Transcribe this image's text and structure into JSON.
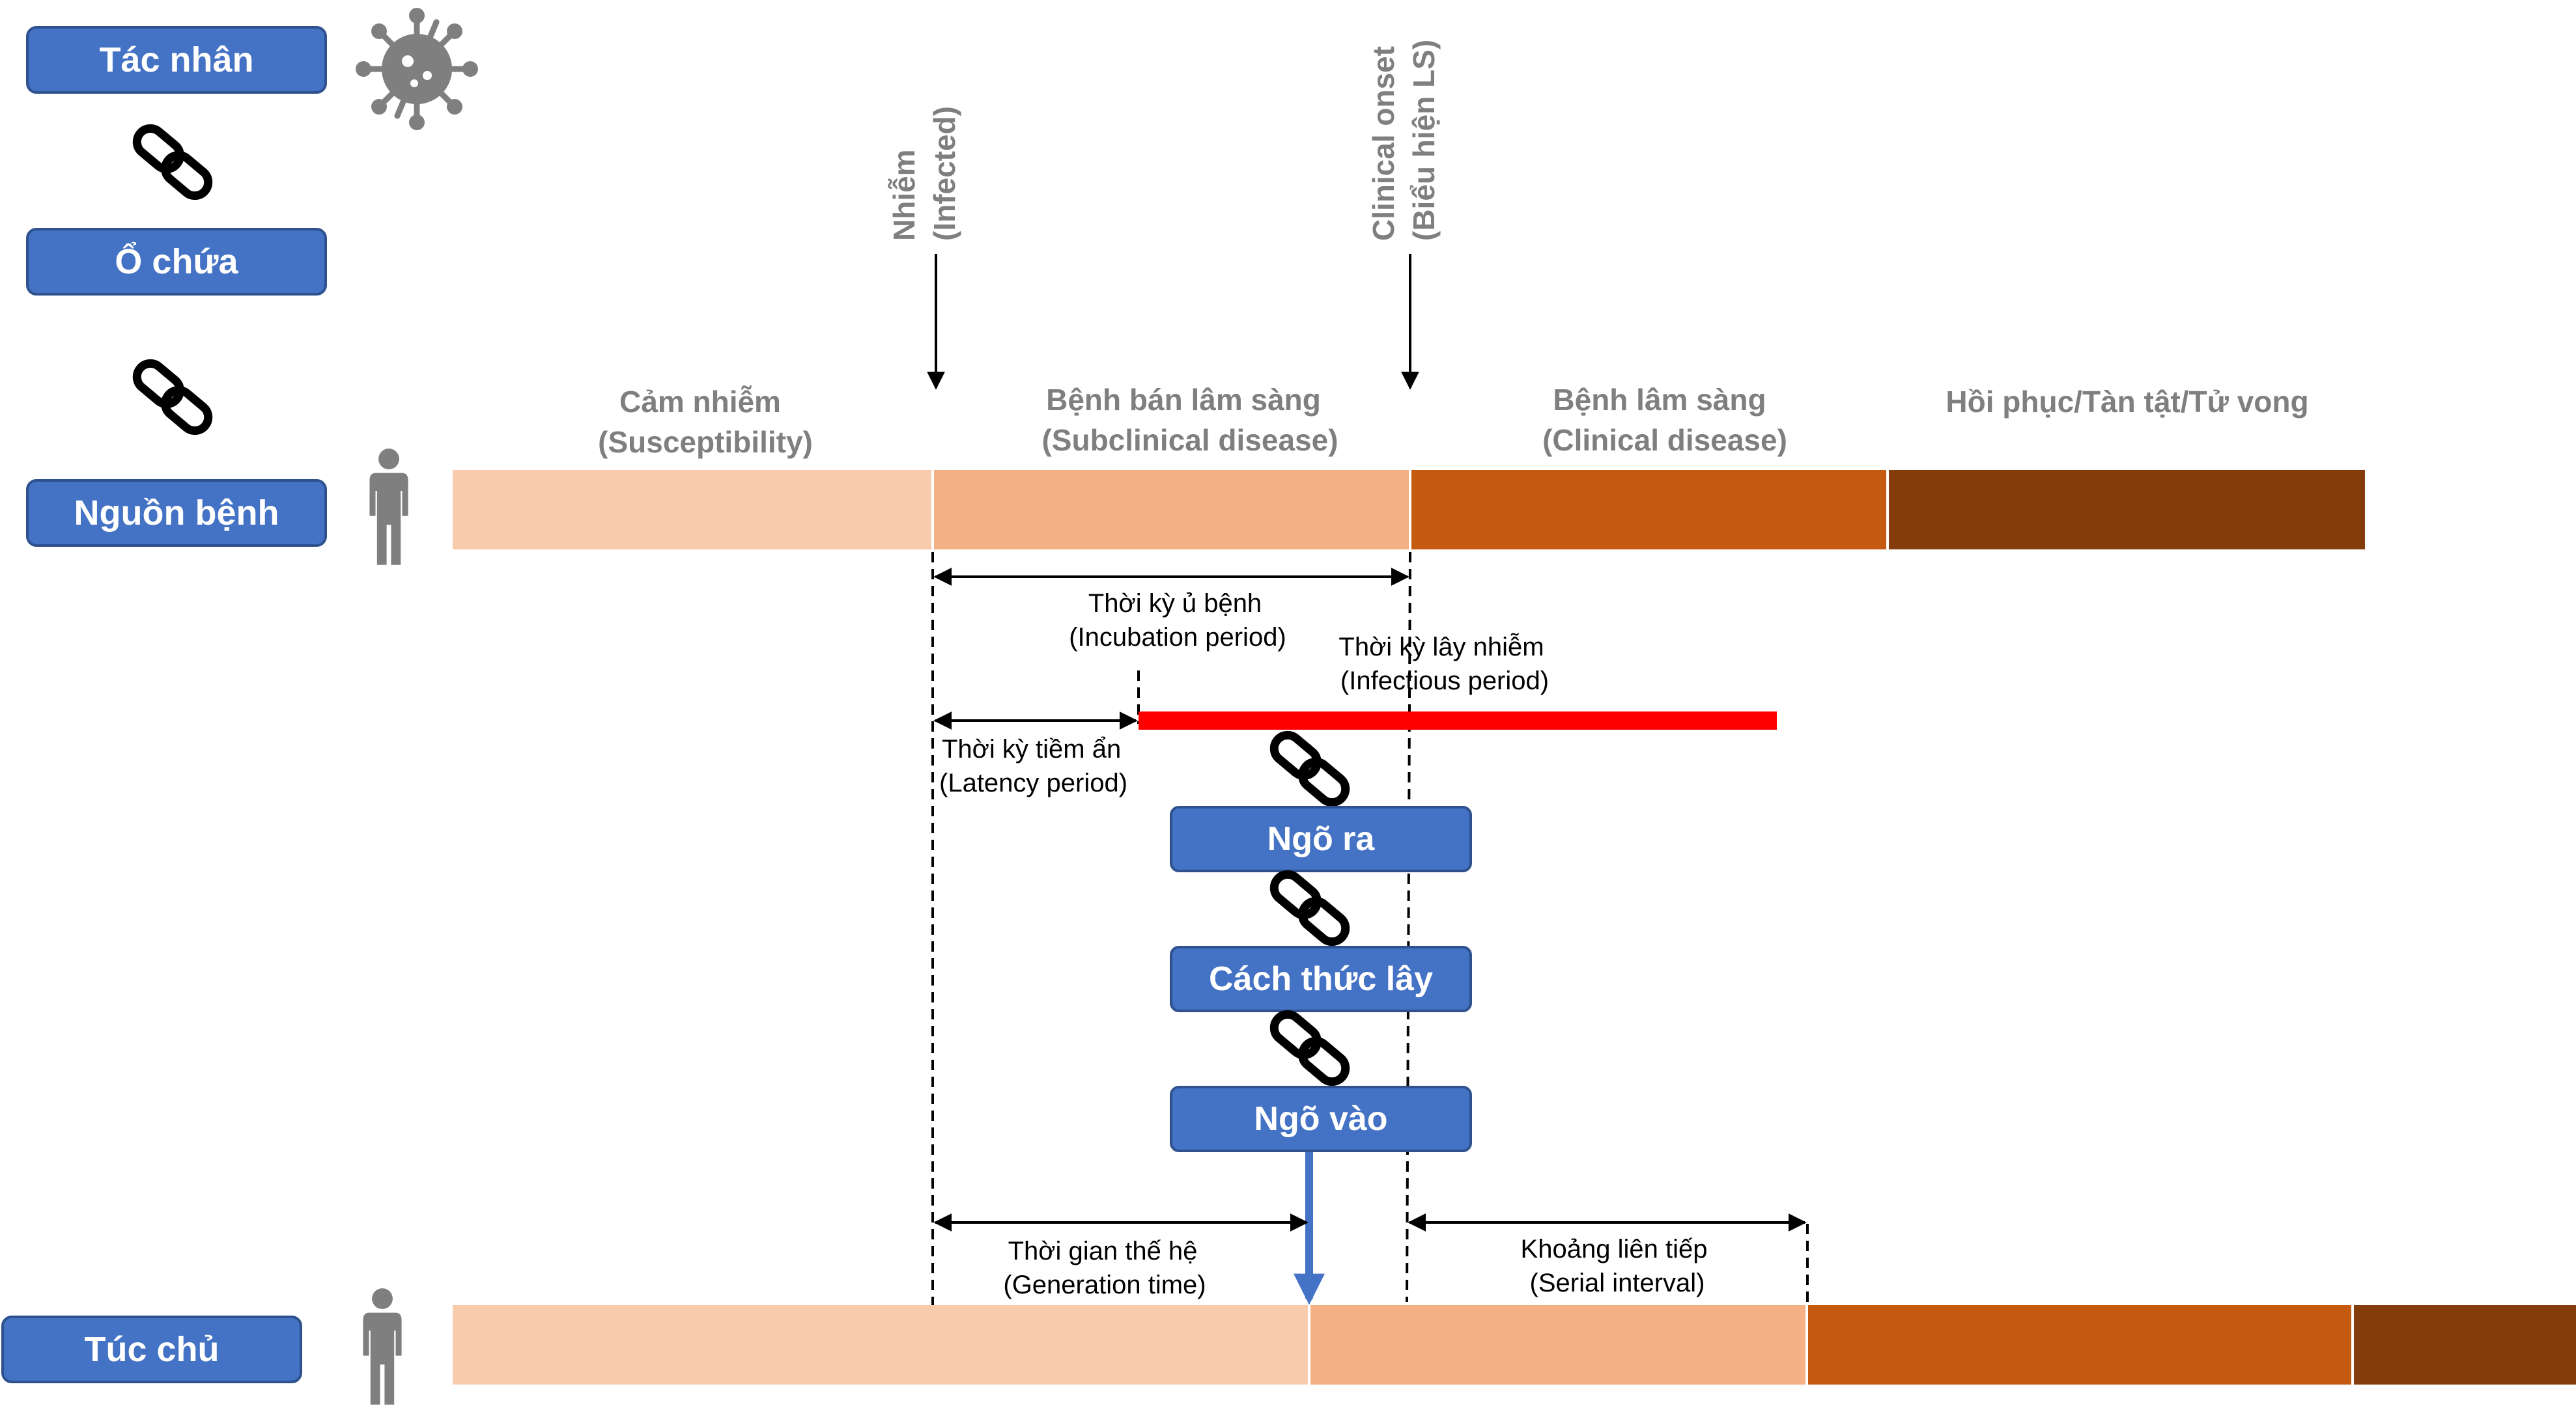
{
  "chain": {
    "agent": "Tác nhân",
    "reservoir": "Ổ chứa",
    "source": "Nguồn bệnh",
    "portal_exit": "Ngõ ra",
    "transmission": "Cách thức lây",
    "portal_entry": "Ngõ vào",
    "host": "Túc chủ"
  },
  "markers": {
    "infected_1": "Nhiễm",
    "infected_2": "(Infected)",
    "onset_1": "Clinical onset",
    "onset_2": "(Biểu hiện LS)"
  },
  "phases": [
    {
      "line1": "Cảm nhiễm",
      "line2": "(Susceptibility)",
      "color": "#f8cbad"
    },
    {
      "line1": "Bệnh bán lâm sàng",
      "line2": "(Subclinical disease)",
      "color": "#f4b183"
    },
    {
      "line1": "Bệnh lâm sàng",
      "line2": "(Clinical disease)",
      "color": "#c55a11"
    },
    {
      "line1": "Hồi phục/Tàn tật/Tử vong",
      "line2": "",
      "color": "#843c0c"
    }
  ],
  "periods": {
    "incubation_1": "Thời kỳ ủ bệnh",
    "incubation_2": "(Incubation period)",
    "infectious_1": "Thời kỳ lây nhiễm",
    "infectious_2": "(Infectious period)",
    "latency_1": "Thời kỳ tiềm ẩn",
    "latency_2": "(Latency period)",
    "generation_1": "Thời gian thế hệ",
    "generation_2": "(Generation time)",
    "serial_1": "Khoảng liên tiếp",
    "serial_2": "(Serial interval)"
  },
  "colors": {
    "box_fill": "#4472c4",
    "infectious_bar": "#ff0000",
    "transmission_arrow": "#4472c4",
    "icon_gray": "#7f7f7f"
  },
  "icons": [
    "virus-icon",
    "person-icon",
    "chain-link-icon"
  ]
}
